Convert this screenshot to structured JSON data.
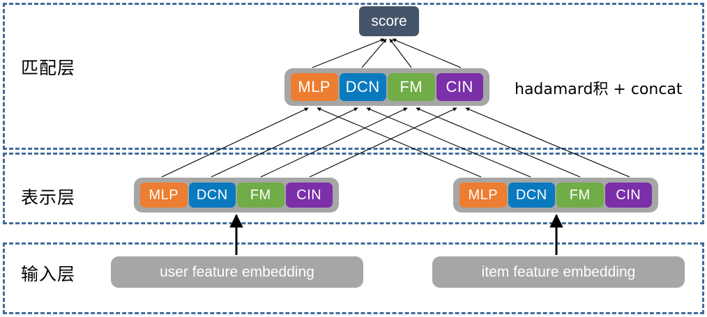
{
  "diagram": {
    "title_note": "hadamard积 + concat",
    "layers": [
      {
        "id": "matching",
        "label": "匹配层"
      },
      {
        "id": "representation",
        "label": "表示层"
      },
      {
        "id": "input",
        "label": "输入层"
      }
    ],
    "score": {
      "label": "score",
      "color": "#44546A"
    },
    "module_colors": {
      "MLP": "#ED7D31",
      "DCN": "#0A7ABF",
      "FM": "#70AD47",
      "CIN": "#7B2FA8",
      "group_background": "#A6A6A6"
    },
    "frame_color": "#3F6B9B",
    "matching_modules": [
      {
        "name": "MLP"
      },
      {
        "name": "DCN"
      },
      {
        "name": "FM"
      },
      {
        "name": "CIN"
      }
    ],
    "user_tower_modules": [
      {
        "name": "MLP"
      },
      {
        "name": "DCN"
      },
      {
        "name": "FM"
      },
      {
        "name": "CIN"
      }
    ],
    "item_tower_modules": [
      {
        "name": "MLP"
      },
      {
        "name": "DCN"
      },
      {
        "name": "FM"
      },
      {
        "name": "CIN"
      }
    ],
    "inputs": [
      {
        "label": "user feature embedding"
      },
      {
        "label": "item feature embedding"
      }
    ]
  }
}
